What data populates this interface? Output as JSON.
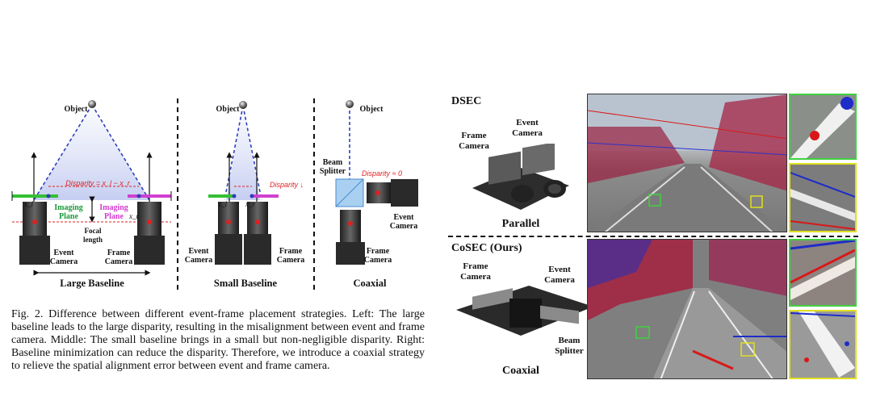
{
  "left_figure": {
    "panels": [
      {
        "title": "Large Baseline",
        "object_label": "Object",
        "disparity_label": "Disparity = x_l − x_r",
        "imaging_plane_left": "Imaging Plane",
        "imaging_plane_right": "Imaging Plane",
        "focal_length": "Focal length",
        "xl": "x_l",
        "xr": "x_r",
        "event_camera": "Event Camera",
        "frame_camera": "Frame Camera"
      },
      {
        "title": "Small Baseline",
        "object_label": "Object",
        "disparity_label": "Disparity ↓",
        "xl": "x_l",
        "xr": "x_r",
        "event_camera": "Event Camera",
        "frame_camera": "Frame Camera"
      },
      {
        "title": "Coaxial",
        "object_label": "Object",
        "disparity_label": "Disparity ≈ 0",
        "beam_splitter": "Beam Splitter",
        "event_camera": "Event Camera",
        "frame_camera": "Frame Camera"
      }
    ]
  },
  "caption": "Fig. 2.    Difference between different event-frame placement strategies. Left: The large baseline leads to the large disparity, resulting in the misalignment between event and frame camera. Middle: The small baseline brings in a small but non-negligible disparity. Right: Baseline minimization can reduce the disparity. Therefore, we introduce a coaxial strategy to relieve the spatial alignment error between event and frame camera.",
  "right_figure": {
    "top": {
      "title": "DSEC",
      "frame_camera": "Frame Camera",
      "event_camera": "Event Camera",
      "rig_label": "Parallel"
    },
    "bottom": {
      "title": "CoSEC (Ours)",
      "frame_camera": "Frame Camera",
      "event_camera": "Event Camera",
      "beam_splitter": "Beam Splitter",
      "rig_label": "Coaxial"
    }
  },
  "colors": {
    "ray_blue": "#2f3fb8",
    "disparity_red": "#d22222",
    "plane_green": "#34c034",
    "plane_magenta": "#d040d0",
    "event_blue": "#1e2cc8",
    "event_red": "#d81818",
    "zoom_green": "#3fd23f",
    "zoom_yellow": "#e0e020"
  }
}
